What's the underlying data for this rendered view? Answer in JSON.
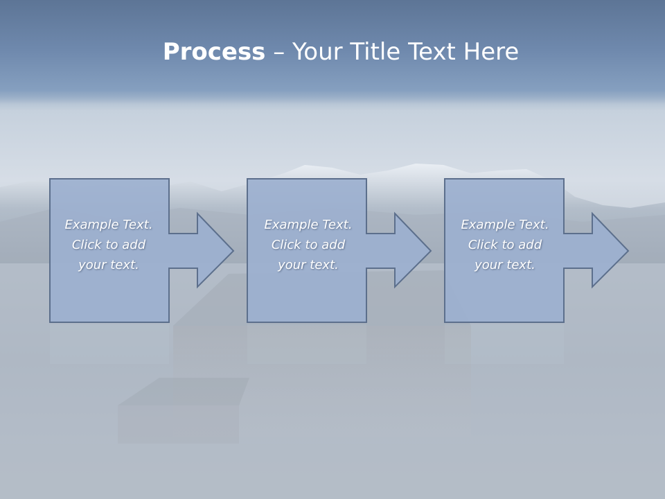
{
  "title": {
    "bold_part": "Process",
    "rest": " – Your Title Text Here"
  },
  "steps": [
    {
      "lines": [
        "Example Text.",
        "Click  to add",
        "your text."
      ]
    },
    {
      "lines": [
        "Example Text.",
        "Click  to add",
        "your text."
      ]
    },
    {
      "lines": [
        "Example Text.",
        "Click  to add",
        "your text."
      ]
    }
  ],
  "colors": {
    "arrow_fill": "#9cb0cf",
    "arrow_stroke": "#5c6f8c",
    "title_band": "#6f89ad",
    "text": "#ffffff"
  }
}
